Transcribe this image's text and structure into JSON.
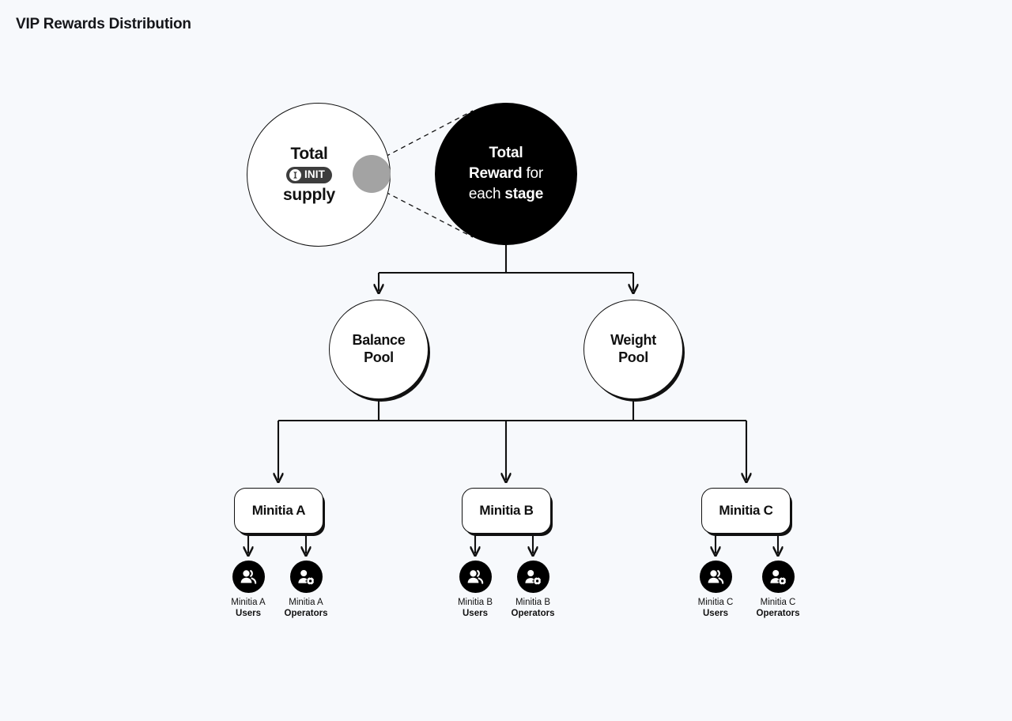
{
  "page": {
    "title": "VIP Rewards Distribution",
    "background_color": "#f7f9fc",
    "ink_color": "#111111"
  },
  "diagram": {
    "type": "flow-tree",
    "supply_node": {
      "line1": "Total",
      "badge": {
        "icon_name": "init-token-icon",
        "label": "INIT",
        "background_color": "#3d3d3d",
        "text_color": "#ffffff"
      },
      "line2": "supply",
      "highlight_segment_color": "#a3a3a3"
    },
    "reward_node": {
      "text_parts": [
        {
          "text": "Total",
          "bold": true
        },
        {
          "text": "Reward",
          "bold": true
        },
        {
          "text": "for",
          "bold": false
        },
        {
          "text": "each",
          "bold": false
        },
        {
          "text": "stage",
          "bold": true
        }
      ],
      "plain_text": "Total Reward for each stage",
      "background_color": "#000000",
      "text_color": "#ffffff"
    },
    "callout_relation": {
      "style": "dashed",
      "from": "supply-highlight-segment",
      "to": "reward-circle"
    },
    "pools": [
      {
        "id": "balance",
        "line1": "Balance",
        "line2": "Pool"
      },
      {
        "id": "weight",
        "line1": "Weight",
        "line2": "Pool"
      }
    ],
    "minitias": [
      {
        "id": "a",
        "label": "Minitia A",
        "leaves": [
          {
            "icon_name": "users-icon",
            "caption_line1": "Minitia A",
            "caption_line2": "Users"
          },
          {
            "icon_name": "operators-icon",
            "caption_line1": "Minitia A",
            "caption_line2": "Operators"
          }
        ]
      },
      {
        "id": "b",
        "label": "Minitia B",
        "leaves": [
          {
            "icon_name": "users-icon",
            "caption_line1": "Minitia B",
            "caption_line2": "Users"
          },
          {
            "icon_name": "operators-icon",
            "caption_line1": "Minitia B",
            "caption_line2": "Operators"
          }
        ]
      },
      {
        "id": "c",
        "label": "Minitia C",
        "leaves": [
          {
            "icon_name": "users-icon",
            "caption_line1": "Minitia C",
            "caption_line2": "Users"
          },
          {
            "icon_name": "operators-icon",
            "caption_line1": "Minitia C",
            "caption_line2": "Operators"
          }
        ]
      }
    ]
  }
}
